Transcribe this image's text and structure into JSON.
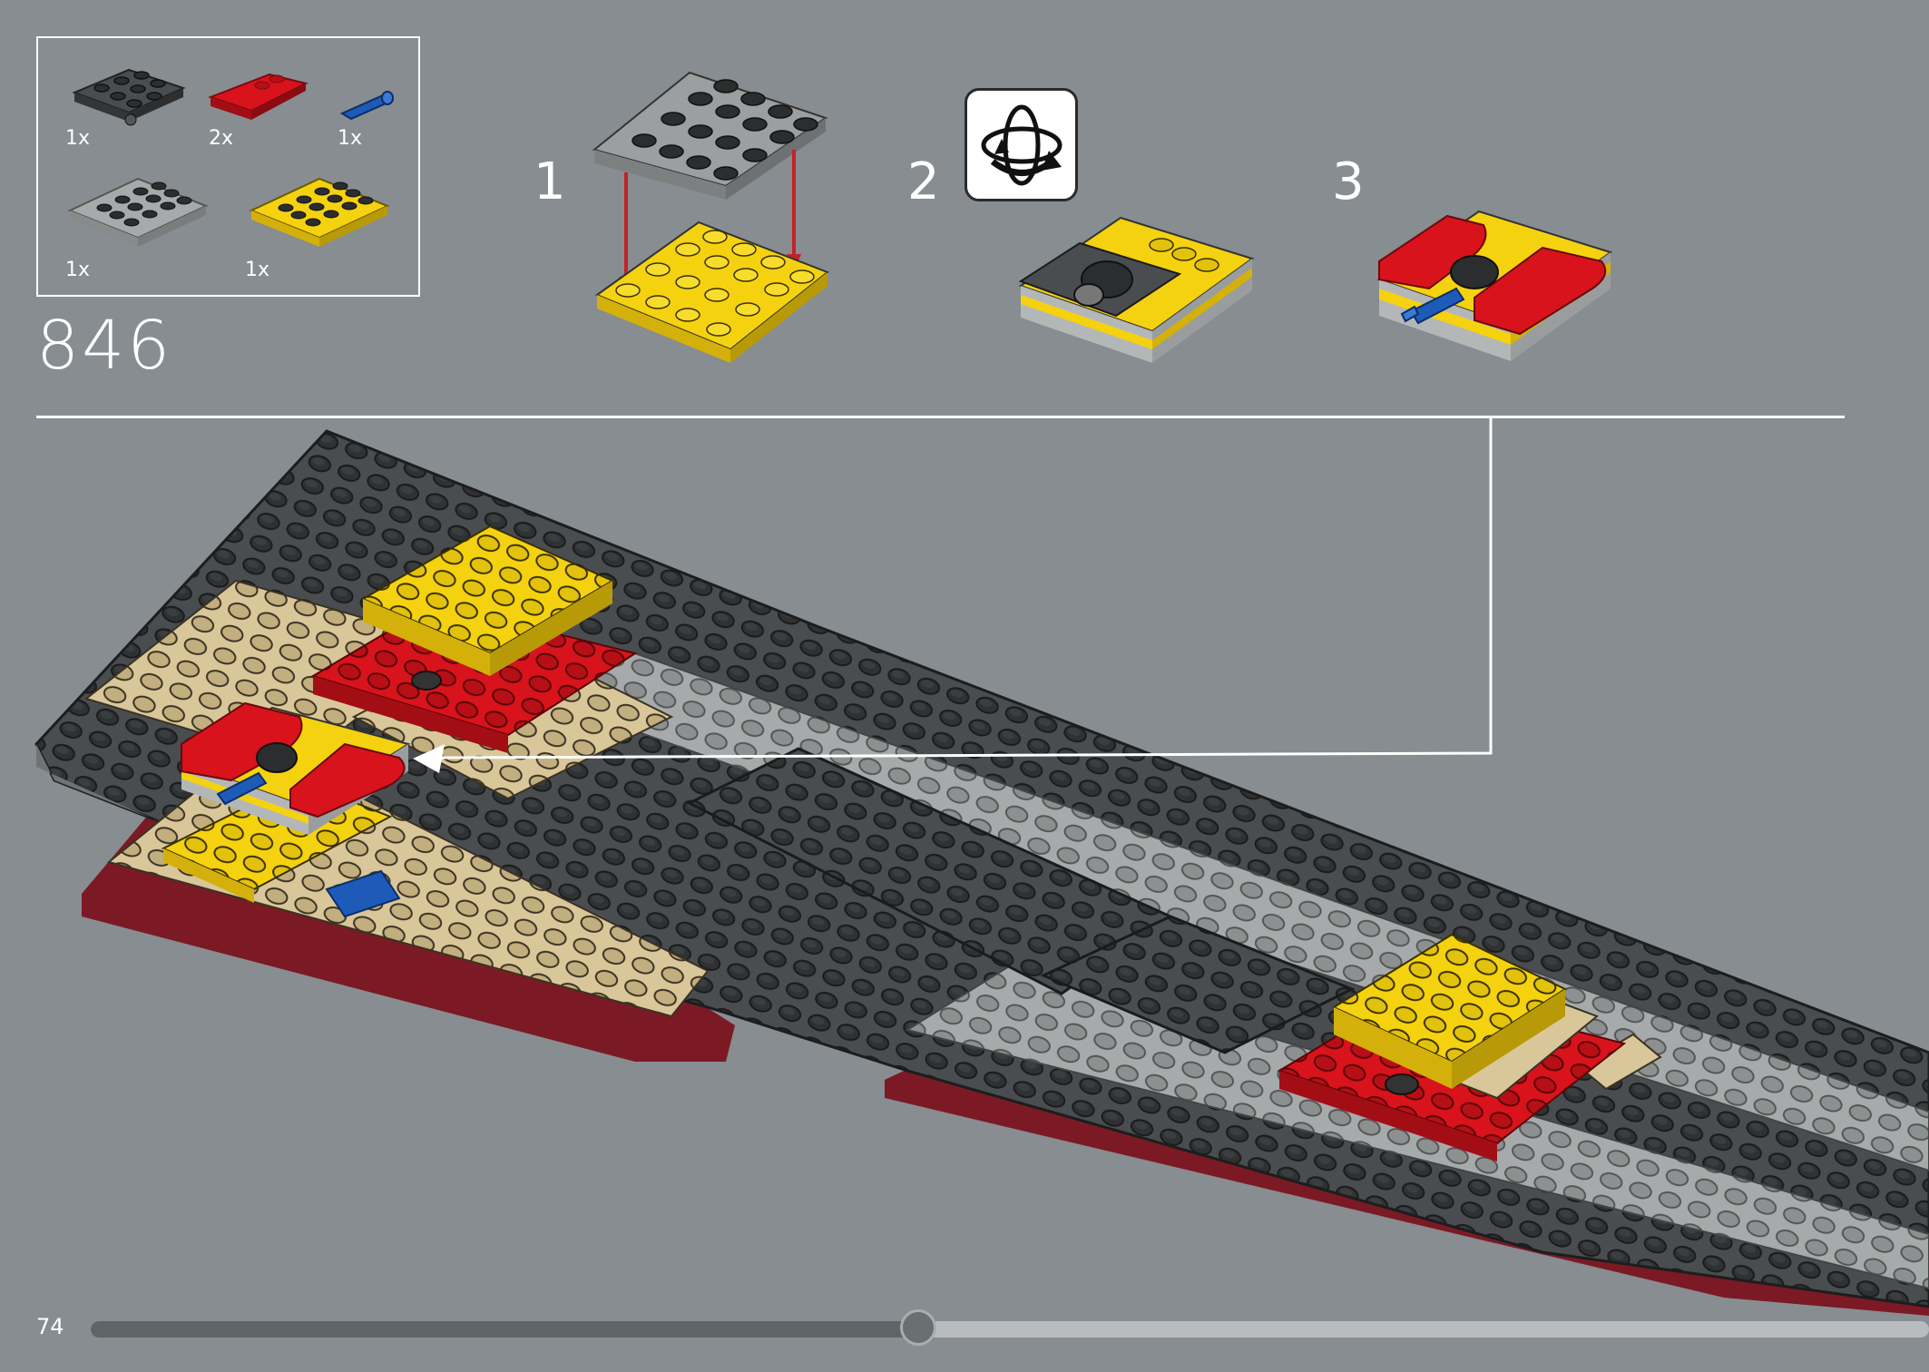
{
  "parts_list": {
    "items": [
      {
        "part": "dark-gray-plate-with-pin-hole",
        "qty": "1x"
      },
      {
        "part": "red-curved-slope",
        "qty": "2x"
      },
      {
        "part": "blue-axle-pin",
        "qty": "1x"
      },
      {
        "part": "light-gray-plate-4x4",
        "qty": "1x"
      },
      {
        "part": "yellow-plate-4x4",
        "qty": "1x"
      }
    ]
  },
  "step": {
    "number": "846",
    "substeps": [
      "1",
      "2",
      "3"
    ],
    "rotate_icon": "rotate-model-icon"
  },
  "footer": {
    "page_number": "74",
    "progress": 0.45
  },
  "colors": {
    "background": "#878d91",
    "yellow": "#f5d20f",
    "red": "#d8131b",
    "dark_red": "#7b1a24",
    "tan": "#d9c79a",
    "dark_gray": "#4a4d50",
    "light_gray": "#a7aaab",
    "blue": "#1e5bb8"
  }
}
